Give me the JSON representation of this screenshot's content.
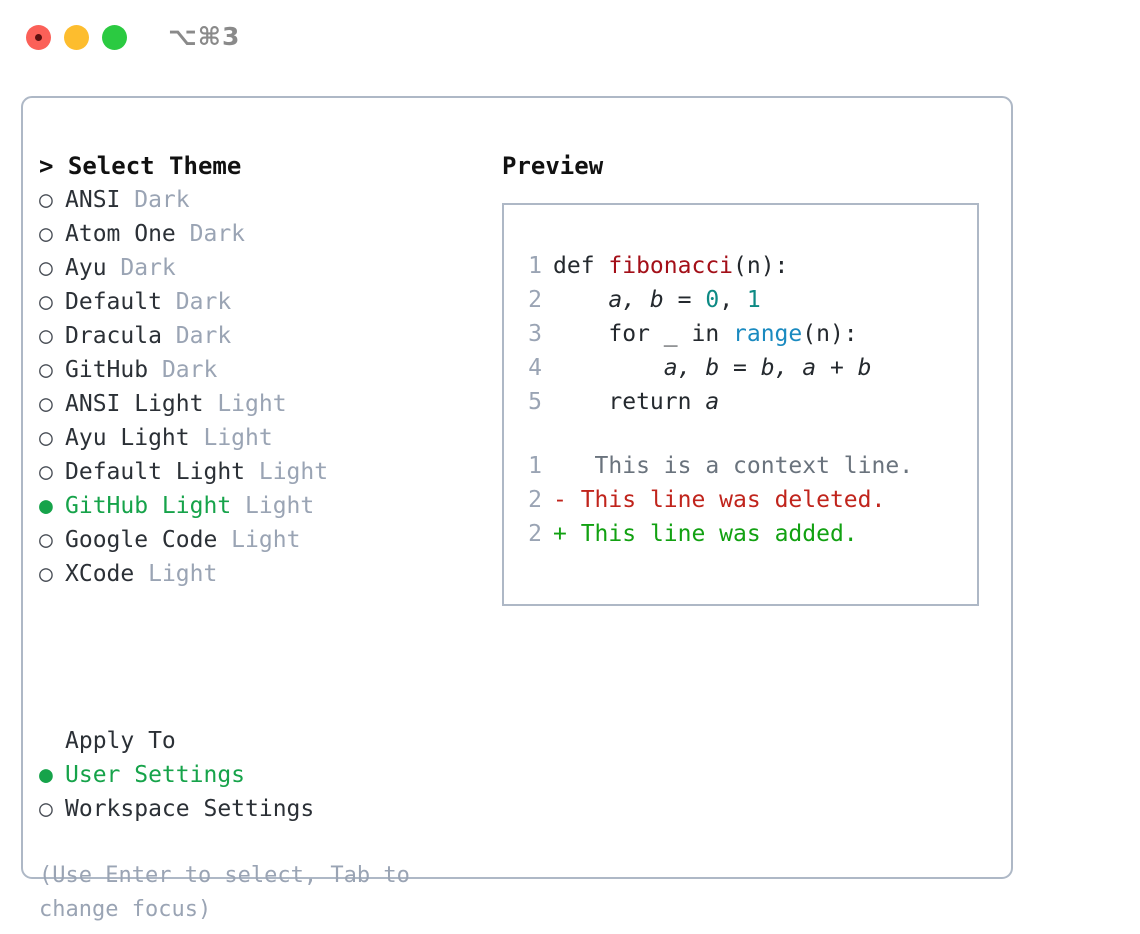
{
  "titlebar": {
    "shortcut": "⌥⌘3",
    "lights": [
      {
        "name": "close-button",
        "color": "#fb6058"
      },
      {
        "name": "minimize-button",
        "color": "#fdbd2e"
      },
      {
        "name": "maximize-button",
        "color": "#2bca41"
      }
    ]
  },
  "theme_panel": {
    "heading": "> Select Theme",
    "bullet_unselected": "○",
    "bullet_selected": "●",
    "items": [
      {
        "name": "ANSI",
        "kind": "Dark",
        "selected": false
      },
      {
        "name": "Atom One",
        "kind": "Dark",
        "selected": false
      },
      {
        "name": "Ayu",
        "kind": "Dark",
        "selected": false
      },
      {
        "name": "Default",
        "kind": "Dark",
        "selected": false
      },
      {
        "name": "Dracula",
        "kind": "Dark",
        "selected": false
      },
      {
        "name": "GitHub",
        "kind": "Dark",
        "selected": false
      },
      {
        "name": "ANSI Light",
        "kind": "Light",
        "selected": false
      },
      {
        "name": "Ayu Light",
        "kind": "Light",
        "selected": false
      },
      {
        "name": "Default Light",
        "kind": "Light",
        "selected": false
      },
      {
        "name": "GitHub Light",
        "kind": "Light",
        "selected": true
      },
      {
        "name": "Google Code",
        "kind": "Light",
        "selected": false
      },
      {
        "name": "XCode",
        "kind": "Light",
        "selected": false
      }
    ]
  },
  "apply_to": {
    "title": "Apply To",
    "options": [
      {
        "label": "User Settings",
        "selected": true
      },
      {
        "label": "Workspace Settings",
        "selected": false
      }
    ]
  },
  "hint": "(Use Enter to select, Tab to change focus)",
  "preview": {
    "title": "Preview",
    "code_lines": [
      {
        "num": "1",
        "tokens": [
          {
            "t": "def ",
            "c": "plain"
          },
          {
            "t": "fibonacci",
            "c": "func"
          },
          {
            "t": "(n):",
            "c": "plain"
          }
        ]
      },
      {
        "num": "2",
        "tokens": [
          {
            "t": "    ",
            "c": "plain"
          },
          {
            "t": "a, b",
            "c": "ital"
          },
          {
            "t": " = ",
            "c": "plain"
          },
          {
            "t": "0",
            "c": "num"
          },
          {
            "t": ", ",
            "c": "plain"
          },
          {
            "t": "1",
            "c": "num"
          }
        ]
      },
      {
        "num": "3",
        "tokens": [
          {
            "t": "    for _ in ",
            "c": "plain"
          },
          {
            "t": "range",
            "c": "call"
          },
          {
            "t": "(n):",
            "c": "plain"
          }
        ]
      },
      {
        "num": "4",
        "tokens": [
          {
            "t": "        ",
            "c": "plain"
          },
          {
            "t": "a, b",
            "c": "ital"
          },
          {
            "t": " = ",
            "c": "plain"
          },
          {
            "t": "b, a + b",
            "c": "ital"
          }
        ]
      },
      {
        "num": "5",
        "tokens": [
          {
            "t": "    return ",
            "c": "plain"
          },
          {
            "t": "a",
            "c": "ital"
          }
        ]
      }
    ],
    "diff_lines": [
      {
        "num": "1",
        "marker": " ",
        "text": "  This is a context line.",
        "kind": "context"
      },
      {
        "num": "2",
        "marker": "-",
        "text": " This line was deleted.",
        "kind": "deleted"
      },
      {
        "num": "2",
        "marker": "+",
        "text": " This line was added.",
        "kind": "added"
      }
    ]
  },
  "colors": {
    "panel_border": "#aeb8c6",
    "accent_green": "#16a34a",
    "muted": "#9aa4b4",
    "syntax_function": "#a30f18",
    "syntax_number": "#0d8a84",
    "syntax_call": "#1a8ac0",
    "diff_deleted": "#c0241c",
    "diff_added": "#12a112",
    "diff_context": "#6a737d"
  }
}
